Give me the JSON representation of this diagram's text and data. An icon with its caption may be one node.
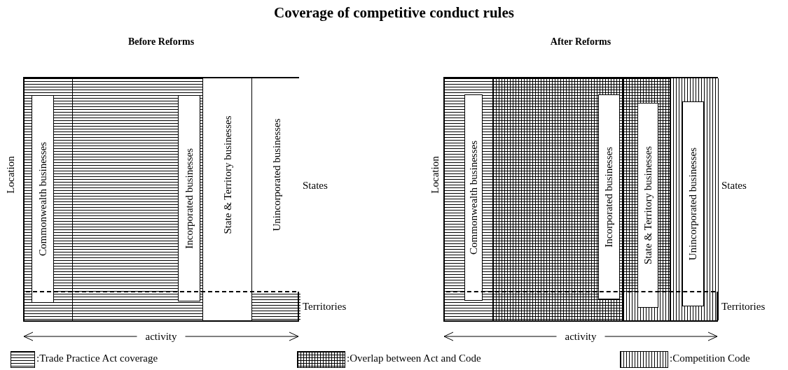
{
  "diagram": {
    "title": "Coverage of competitive conduct rules",
    "nodes": [
      {
        "text": [
          "Before Reforms"
        ]
      },
      {
        "text": [
          "Commonwealth businesses"
        ],
        "in": 0
      },
      {
        "text": [
          "Incorporated businesses"
        ],
        "in": 0
      },
      {
        "text": [
          "State & Territory businesses"
        ],
        "in": 0
      },
      {
        "text": [
          "Unincorporated businesses"
        ],
        "in": 0
      },
      {
        "text": [
          "After Reforms"
        ]
      },
      {
        "text": [
          "Commonwealth businesses"
        ],
        "in": 5
      },
      {
        "text": [
          "Incorporated businesses"
        ],
        "in": 5
      },
      {
        "text": [
          "State & Territory businesses"
        ],
        "in": 5
      },
      {
        "text": [
          "Unincorporated businesses"
        ],
        "in": 5
      }
    ],
    "labels": [
      "Location",
      "States",
      "Territories",
      "activity",
      "Location",
      "States",
      "Territories",
      "activity"
    ],
    "legend": [
      {
        "text": ":Trade Practice Act coverage"
      },
      {
        "text": ":Overlap between Act and Code"
      },
      {
        "text": ":Competition Code"
      }
    ]
  }
}
